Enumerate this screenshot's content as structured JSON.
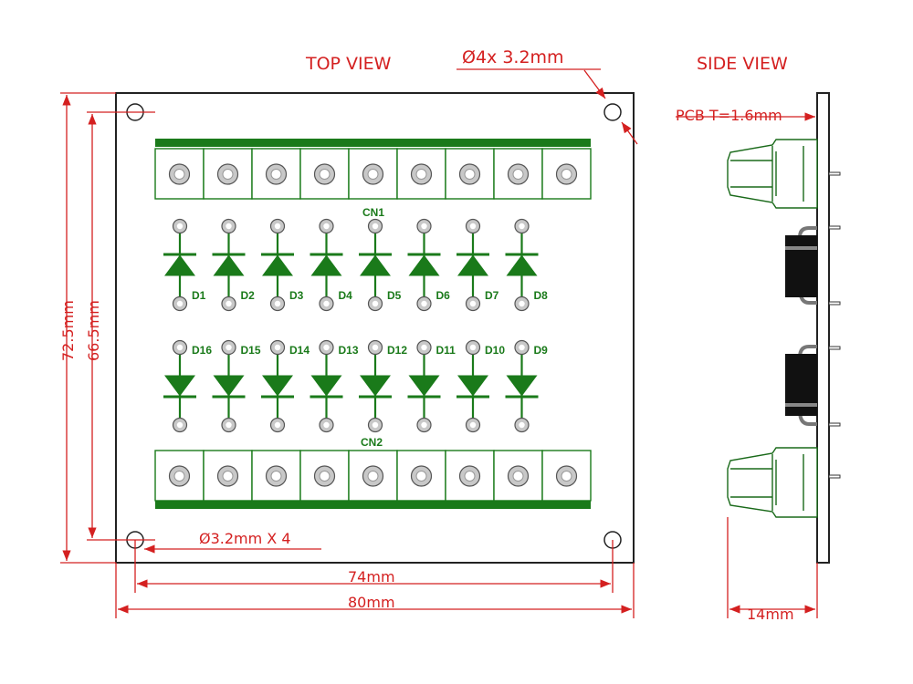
{
  "titles": {
    "top_view": "TOP VIEW",
    "side_view": "SIDE VIEW"
  },
  "dimensions": {
    "holes_top": "Ø4x  3.2mm",
    "holes_bottom": "Ø3.2mm  X 4",
    "pcb_thickness": "PCB T=1.6mm",
    "outer_height": "72.5mm",
    "inner_height": "66.5mm",
    "inner_width": "74mm",
    "outer_width": "80mm",
    "side_width": "14mm"
  },
  "connectors": {
    "top": "CN1",
    "bottom": "CN2",
    "pins_per_connector": 9
  },
  "diodes": {
    "top_row": [
      "D1",
      "D2",
      "D3",
      "D4",
      "D5",
      "D6",
      "D7",
      "D8"
    ],
    "bottom_row": [
      "D16",
      "D15",
      "D14",
      "D13",
      "D12",
      "D11",
      "D10",
      "D9"
    ]
  },
  "colors": {
    "dimension": "#d42020",
    "silkscreen": "#1a7a1a",
    "pcb_outline": "#222222"
  }
}
